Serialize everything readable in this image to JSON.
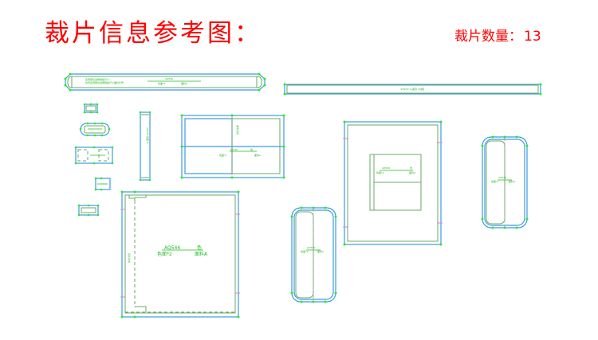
{
  "header": {
    "title": "裁片信息参考图：",
    "count_label": "裁片数量：",
    "count_value": "13"
  },
  "colors": {
    "title": "#ff0000",
    "outline_outer": "#3c9be0",
    "outline_inner": "#6aa86a",
    "vertex": "#22ee22",
    "notch": "#e27be2",
    "annotation": "#22bb22"
  },
  "pieces": {
    "p_large": {
      "style": "AQ546",
      "part_top": "色",
      "material": "色面*2",
      "type": "面料A",
      "side_note": "前中对折"
    },
    "p_center_rect": {
      "style": "AQ546",
      "part_top": "色",
      "material": "色面*2",
      "type": "面料A",
      "side_note": "前中对折"
    },
    "p_inner_panel": {
      "style": "AQ546",
      "part_top": "色",
      "material": "色面*2",
      "type": "面料A"
    },
    "p_rounded_left": {
      "style": "AQ546",
      "material": "色面*1",
      "type": "面料A"
    },
    "p_rounded_right": {
      "style": "AQ546",
      "material": "色面*1",
      "type": "面料A"
    },
    "p_long_strip_top": {
      "style": "AQ546",
      "material": "色面*2",
      "type": "面料C"
    }
  }
}
